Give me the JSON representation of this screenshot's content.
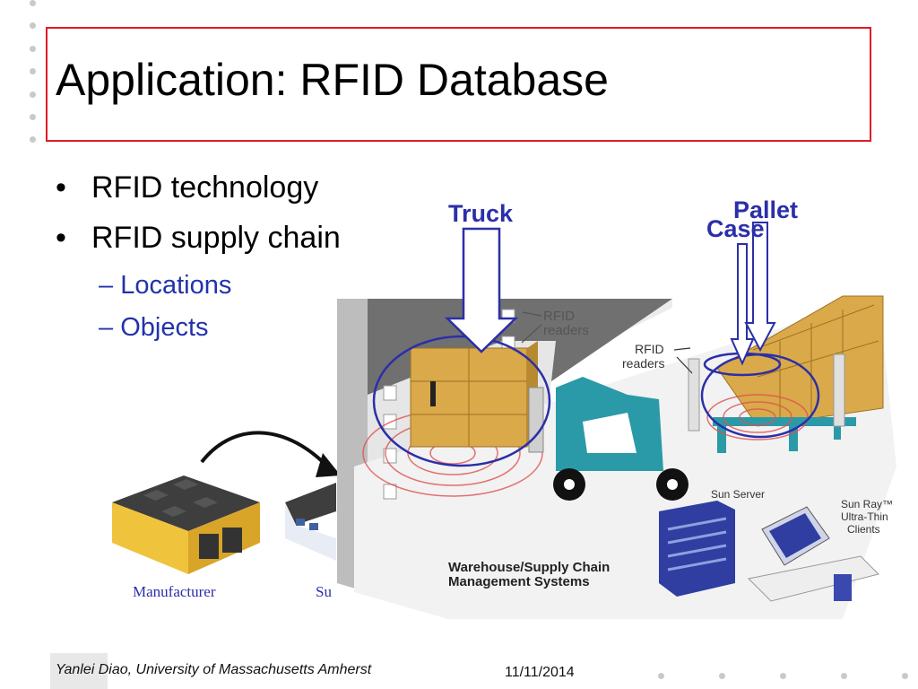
{
  "slide": {
    "title": "Application: RFID Database",
    "bullets": [
      {
        "label": "RFID technology"
      },
      {
        "label": "RFID supply chain"
      }
    ],
    "sub_bullets": [
      {
        "label": "Locations"
      },
      {
        "label": "Objects"
      }
    ]
  },
  "figure": {
    "annotations": {
      "truck": "Truck",
      "pallet": "Pallet",
      "case": "Case"
    },
    "labels": {
      "rfid_readers_1_line1": "RFID",
      "rfid_readers_1_line2": "readers",
      "rfid_readers_2_line1": "RFID",
      "rfid_readers_2_line2": "readers",
      "sun_server": "Sun Server",
      "sun_ray_1": "Sun Ray™",
      "sun_ray_2": "Ultra-Thin",
      "sun_ray_3": "Clients",
      "wms_1": "Warehouse/Supply Chain",
      "wms_2": "Management Systems",
      "manufacturer": "Manufacturer",
      "supplier_partial": "Su"
    }
  },
  "footer": {
    "author": "Yanlei Diao, University of Massachusetts Amherst",
    "date": "11/11/2014"
  },
  "colors": {
    "title_border": "#e01b24",
    "sub_bullet_text": "#2233aa",
    "annotation_blue": "#2b2fa8",
    "box_tan": "#d9a94a",
    "forklift_teal": "#2b9aa8"
  }
}
